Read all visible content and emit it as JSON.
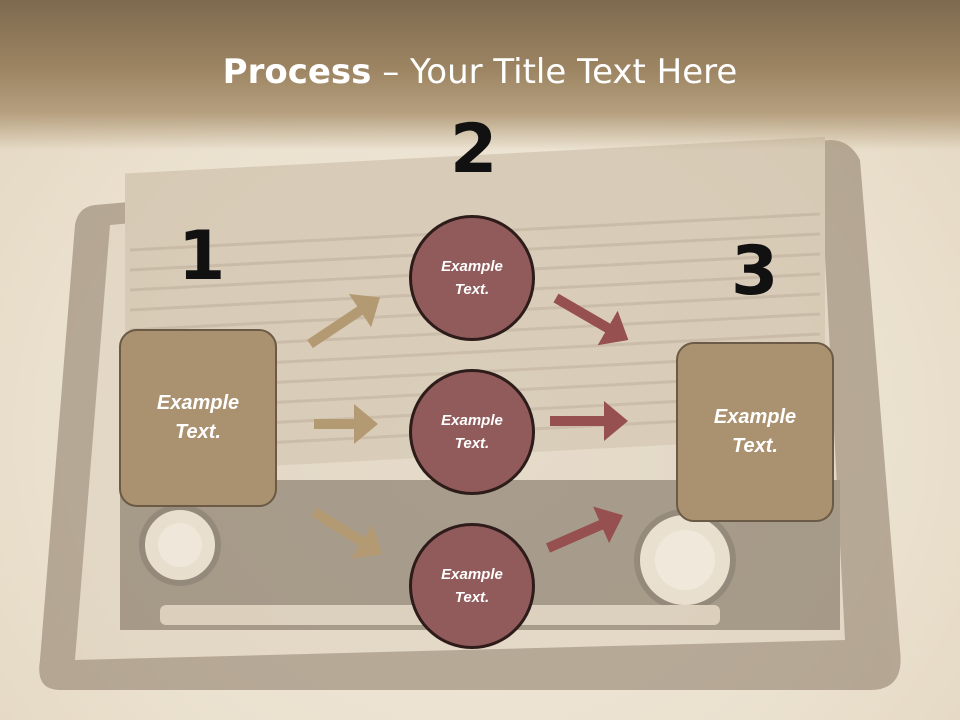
{
  "title": {
    "bold": "Process",
    "dash": " – ",
    "rest": "Your Title Text Here"
  },
  "steps": [
    "1",
    "2",
    "3"
  ],
  "left_box": {
    "text": "Example\nText."
  },
  "right_box": {
    "text": "Example\nText."
  },
  "circles": [
    {
      "text": "Example\nText."
    },
    {
      "text": "Example\nText."
    },
    {
      "text": "Example\nText."
    }
  ],
  "colors": {
    "header": "#9c8462",
    "box_fill": "#aa9270",
    "circle_fill": "#905b5a",
    "arrow_tan": "#b49a72",
    "arrow_red": "#96504f"
  }
}
